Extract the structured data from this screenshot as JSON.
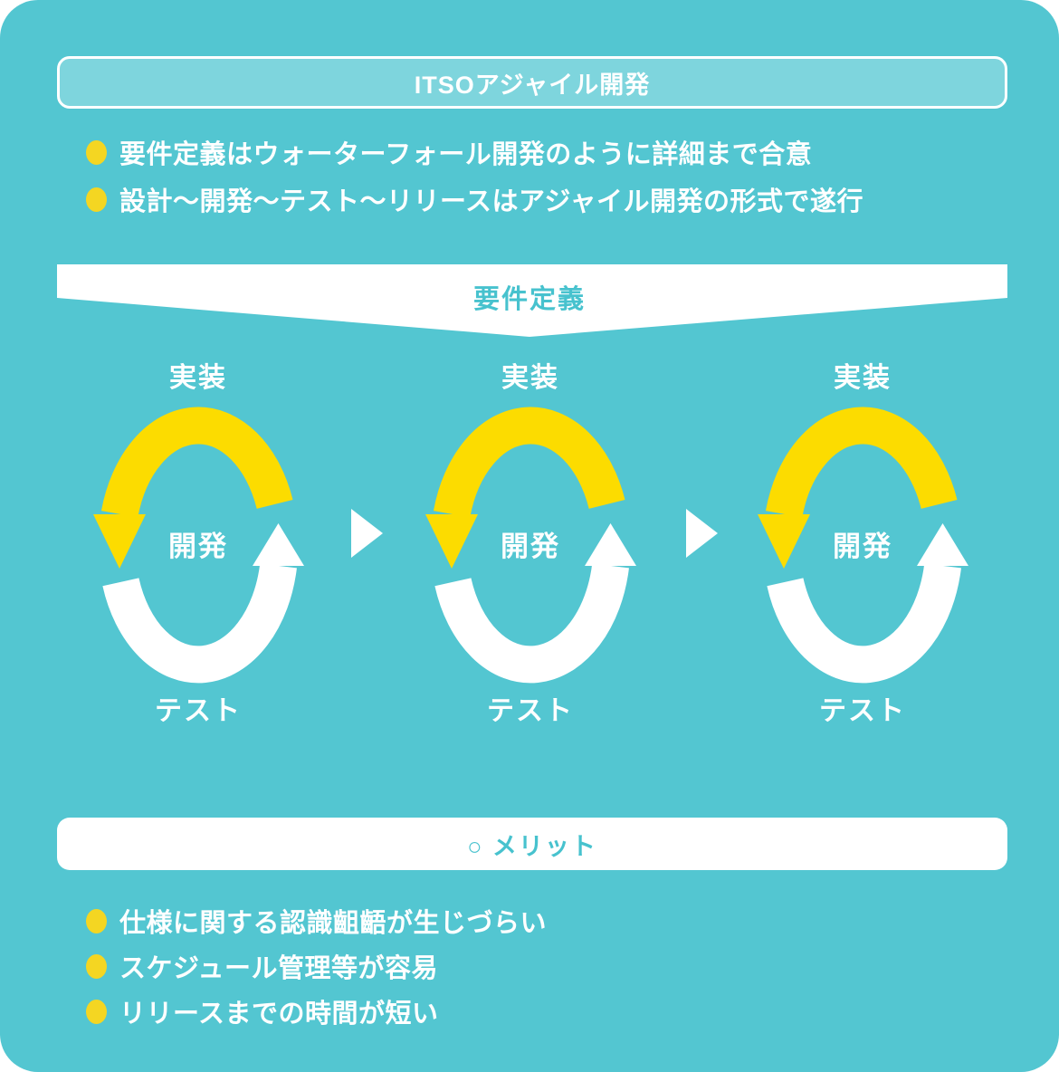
{
  "colors": {
    "background_teal": "#53C6D1",
    "panel_light_teal": "#7ED5DD",
    "arrow_yellow": "#FCDC00",
    "bullet_yellow": "#F4D622",
    "teal_text": "#47C2CE",
    "white": "#FFFFFF"
  },
  "header": {
    "title": "ITSOアジャイル開発"
  },
  "intro_bullets": [
    {
      "text": "要件定義はウォーターフォール開発のように詳細まで合意"
    },
    {
      "text": "設計〜開発〜テスト〜リリースはアジャイル開発の形式で遂行"
    }
  ],
  "banner": {
    "label": "要件定義"
  },
  "cycles": [
    {
      "top_label": "実装",
      "center_label": "開発",
      "bottom_label": "テスト"
    },
    {
      "top_label": "実装",
      "center_label": "開発",
      "bottom_label": "テスト"
    },
    {
      "top_label": "実装",
      "center_label": "開発",
      "bottom_label": "テスト"
    }
  ],
  "merit": {
    "title": "○ メリット"
  },
  "merit_bullets": [
    {
      "text": "仕様に関する認識齟齬が生じづらい"
    },
    {
      "text": "スケジュール管理等が容易"
    },
    {
      "text": "リリースまでの時間が短い"
    }
  ]
}
